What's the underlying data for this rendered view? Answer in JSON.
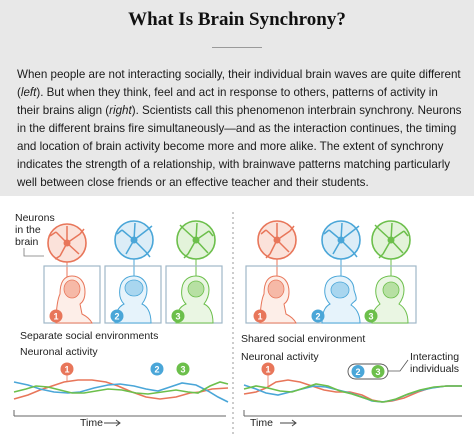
{
  "header": {
    "title": "What Is Brain Synchrony?"
  },
  "intro": {
    "p1": "When people are not interacting socially, their individual brain waves are quite different (",
    "left_word": "left",
    "p2": "). But when they think, feel and act in response to others, patterns of activity in their brains align (",
    "right_word": "right",
    "p3": "). Scientists call this phenomenon interbrain synchrony. Neurons in the different brains fire simultaneously—and as the interaction continues, the timing and location of brain activity become more and more alike. The extent of synchrony indicates the strength of a relationship, with brainwave patterns matching particularly well between close friends or an effective teacher and their students."
  },
  "diagram": {
    "neurons_label_1": "Neurons",
    "neurons_label_2": "in the",
    "neurons_label_3": "brain",
    "left_caption": "Separate social environments",
    "right_caption": "Shared social environment",
    "activity_label": "Neuronal activity",
    "interacting_label_1": "Interacting",
    "interacting_label_2": "individuals",
    "time_label": "Time",
    "badges": [
      "1",
      "2",
      "3"
    ],
    "colors": {
      "person1": "#e8765a",
      "person2": "#4aa6d8",
      "person3": "#6cbf4b",
      "frame": "#a0b8c8",
      "axis": "#666666"
    }
  }
}
